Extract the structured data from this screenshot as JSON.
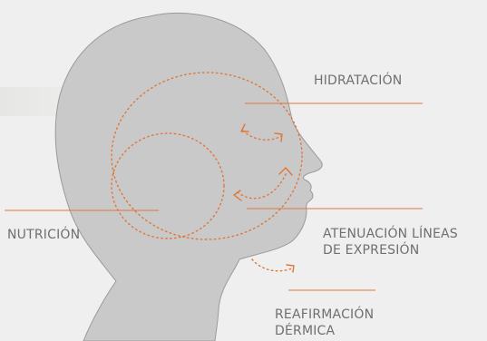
{
  "labels": {
    "hidratacion": "HIDRATACIÓN",
    "nutricion": "NUTRICIÓN",
    "atenuacion_line1": "ATENUACIÓN LÍNEAS",
    "atenuacion_line2": "DE EXPRESIÓN",
    "reafirmacion_line1": "REAFIRMACIÓN",
    "reafirmacion_line2": "DÉRMICA"
  },
  "colors": {
    "background": "#efefef",
    "head_fill": "#c9c9c9",
    "head_stroke": "#9a9a9a",
    "accent": "#e0773a",
    "text": "#6f6f6f"
  }
}
